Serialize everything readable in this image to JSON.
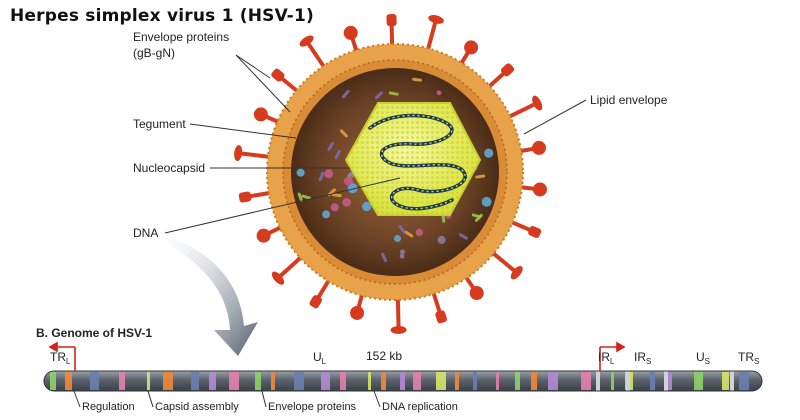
{
  "title": "Herpes simplex virus 1 (HSV-1)",
  "virion": {
    "labels": {
      "envelope_proteins": "Envelope proteins",
      "envelope_proteins_sub": "(gB-gN)",
      "tegument": "Tegument",
      "nucleocapsid": "Nucleocapsid",
      "dna": "DNA",
      "lipid_envelope": "Lipid envelope"
    },
    "colors": {
      "envelope": "#e8a24a",
      "tegument": "#6b4226",
      "capsid": "#e9ef5a",
      "spike": "#d63a1f",
      "dna": "#1f3a4a"
    }
  },
  "genome": {
    "heading": "B. Genome of HSV-1",
    "size_label": "152 kb",
    "regions": {
      "trl": "TR",
      "trl_sub": "L",
      "ul": "U",
      "ul_sub": "L",
      "irl": "IR",
      "irl_sub": "L",
      "irs": "IR",
      "irs_sub": "S",
      "us": "U",
      "us_sub": "S",
      "trs": "TR",
      "trs_sub": "S"
    },
    "legend": [
      {
        "label": "Regulation",
        "color": "#8fd16a"
      },
      {
        "label": "Capsid assembly",
        "color": "#d7e36a"
      },
      {
        "label": "Envelope proteins",
        "color": "#f08a3c"
      },
      {
        "label": "DNA replication",
        "color": "#6a7fb0"
      }
    ]
  }
}
